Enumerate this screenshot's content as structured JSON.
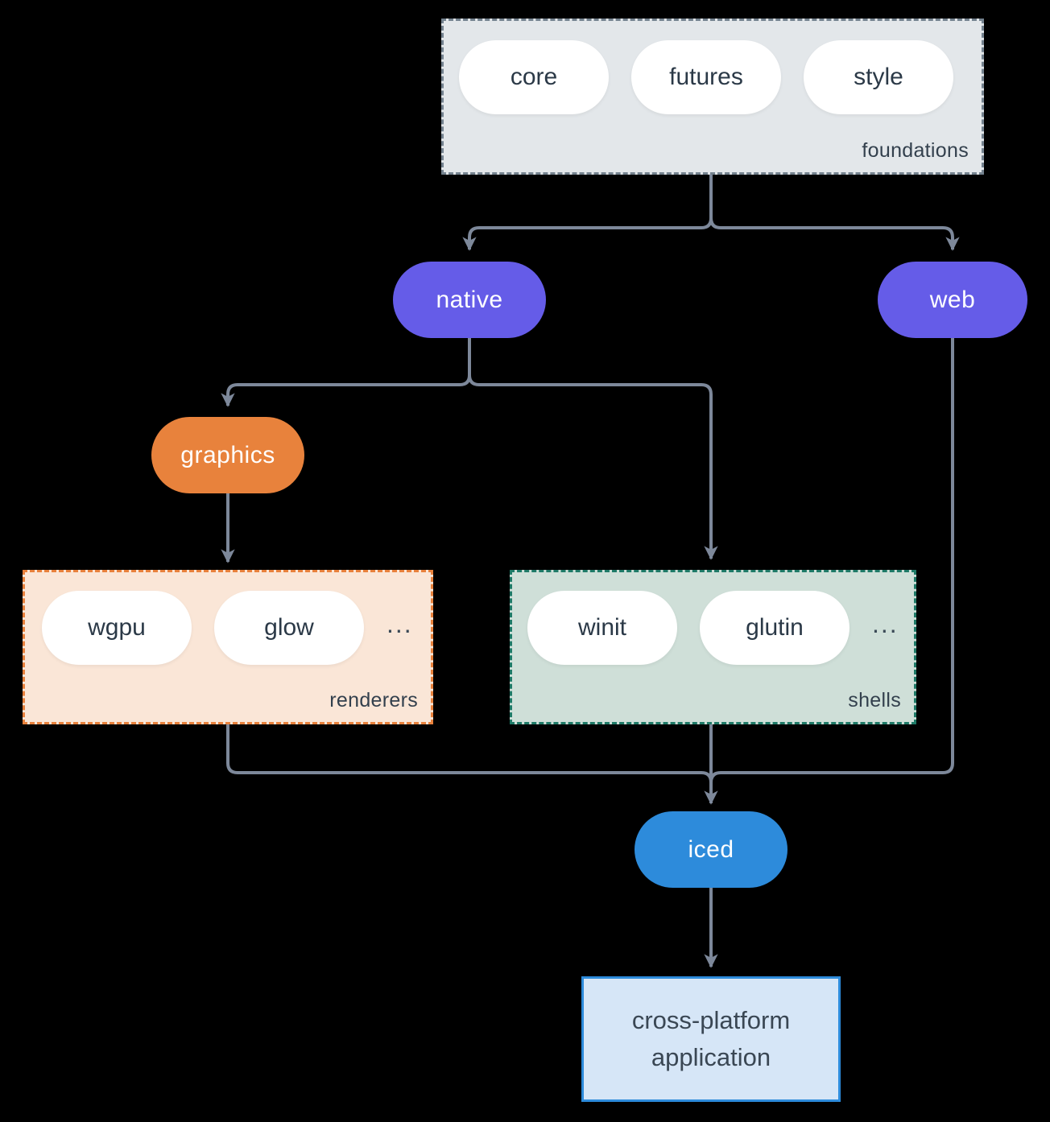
{
  "diagram": {
    "background_color": "#000000",
    "arrow_color": "#7D889A",
    "groups": {
      "foundations": {
        "label": "foundations",
        "items": [
          "core",
          "futures",
          "style"
        ],
        "fill": "#E3E7EA",
        "border_color": "#74828F"
      },
      "renderers": {
        "label": "renderers",
        "items": [
          "wgpu",
          "glow"
        ],
        "ellipsis": "...",
        "fill": "#FAE6D7",
        "border_color": "#E8813C"
      },
      "shells": {
        "label": "shells",
        "items": [
          "winit",
          "glutin"
        ],
        "ellipsis": "...",
        "fill": "#CFDFD8",
        "border_color": "#1E7A67"
      }
    },
    "nodes": {
      "native": {
        "label": "native",
        "fill": "#655CE8",
        "text_color": "#FFFFFF"
      },
      "web": {
        "label": "web",
        "fill": "#655CE8",
        "text_color": "#FFFFFF"
      },
      "graphics": {
        "label": "graphics",
        "fill": "#E8823C",
        "text_color": "#FFFFFF"
      },
      "iced": {
        "label": "iced",
        "fill": "#2D8BDB",
        "text_color": "#FFFFFF"
      }
    },
    "app_box": {
      "label": "cross-platform application",
      "fill": "#D6E6F7",
      "border_color": "#2D8BDB",
      "text_color": "#3A4754"
    },
    "edges": [
      "foundations -> native",
      "foundations -> web",
      "native -> graphics",
      "native -> shells",
      "graphics -> renderers",
      "renderers -> iced",
      "shells -> iced",
      "web -> iced",
      "iced -> cross-platform application"
    ]
  }
}
